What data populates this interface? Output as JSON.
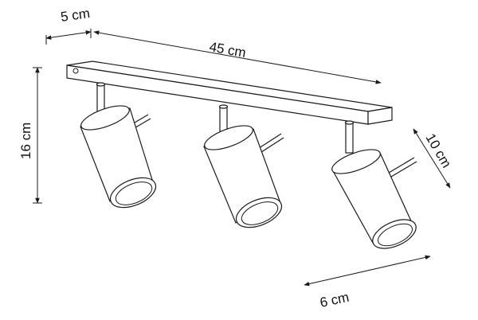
{
  "dimensions": {
    "depth_top": "5 cm",
    "length": "45 cm",
    "height": "16 cm",
    "shade_length": "10 cm",
    "shade_diameter": "6 cm"
  },
  "spot_count": 3,
  "colors": {
    "line": "#1a1a1a",
    "background": "#ffffff"
  }
}
